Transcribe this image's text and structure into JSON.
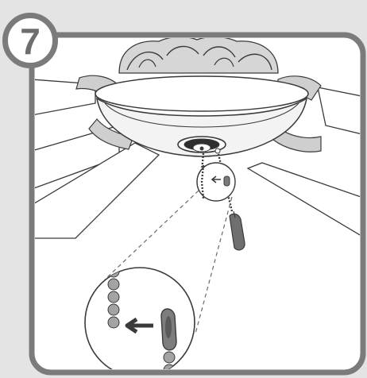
{
  "step": {
    "number": "7"
  },
  "colors": {
    "frame": "#7b7b7b",
    "background": "#e4e4e4",
    "panel": "#ffffff",
    "line": "#3a3a3a",
    "chain_shading": "#9a9a9a"
  },
  "icons": {
    "step_badge": "step-number-badge",
    "fan": "ceiling-fan-illustration",
    "magnifier": "zoom-callout-circle",
    "arrow": "left-arrow-icon"
  }
}
